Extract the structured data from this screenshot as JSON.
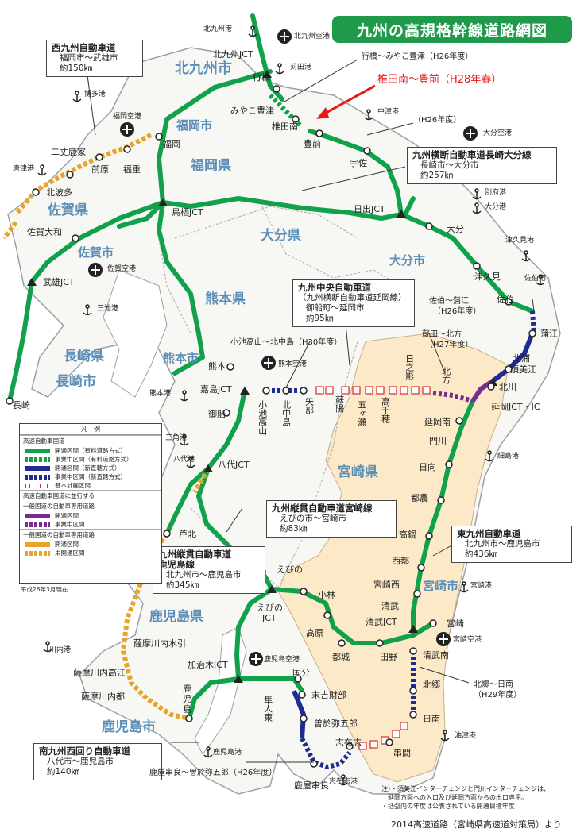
{
  "title": "九州の高規格幹線道路網図",
  "source": "2014高速道路（宮崎県高速道対策局）より",
  "notes": [
    "注）・須美江インターチェンジと門川インターチェンジは、",
    "　延岡方面への入口及び延岡方面からの出口専用。",
    "・括弧内の年度は公表されている開通目標年度"
  ],
  "routes": {
    "nishikyushu": {
      "name": "西九州自動車道",
      "section": "福岡市～武雄市",
      "length": "約150㎞"
    },
    "kyushu_odan_nagasaki_oita": {
      "name": "九州横断自動車道長崎大分線",
      "section": "長崎市～大分市",
      "length": "約257㎞"
    },
    "kyushu_chuo": {
      "name": "九州中央自動車道",
      "alt_name": "（九州横断自動車道延岡線）",
      "section": "御船町～延岡市",
      "length": "約95㎞"
    },
    "kyushu_jukan_miyazaki": {
      "name": "九州縦貫自動車道宮崎線",
      "section": "えびの市～宮崎市",
      "length": "約83㎞"
    },
    "kyushu_jukan_kagoshima": {
      "name": "九州縦貫自動車道",
      "line": "鹿児島線",
      "section": "北九州市～鹿児島市",
      "length": "約345㎞"
    },
    "higashikyushu": {
      "name": "東九州自動車道",
      "section": "北九州市～鹿児島市",
      "length": "約436㎞"
    },
    "minamikyushu_nishimawari": {
      "name": "南九州西回り自動車道",
      "section": "八代市～鹿児島市",
      "length": "約140㎞"
    }
  },
  "legend": {
    "title": "凡　例",
    "date": "平成26年3月現在",
    "sections": [
      {
        "heading": "高速自動車国道",
        "items": [
          "開通区間（有料道路方式）",
          "事業中区間（有料道路方式）",
          "開通区間（新直轄方式）",
          "事業中区間（新直轄方式）",
          "基本計画区間"
        ]
      },
      {
        "heading": "高速自動車国道に並行する",
        "heading2": "一般国道の自動車専用道路",
        "items": [
          "開通区間",
          "事業中区間"
        ]
      },
      {
        "heading": "一般国道の自動車専用道路",
        "items": [
          "開通区間",
          "未開通区間"
        ]
      }
    ]
  },
  "places": [
    {
      "text": "北九州港",
      "l": 256,
      "t": 32,
      "s": 9,
      "c": "#222"
    },
    {
      "text": "北九州空港",
      "l": 370,
      "t": 41,
      "s": 9,
      "c": "#222"
    },
    {
      "text": "北九州JCT",
      "l": 268,
      "t": 63,
      "s": 11,
      "c": "#222"
    },
    {
      "text": "苅田港",
      "l": 365,
      "t": 80,
      "s": 9,
      "c": "#222"
    },
    {
      "text": "行橋～みやこ豊津（H26年度）",
      "l": 455,
      "t": 66,
      "s": 10,
      "c": "#222"
    },
    {
      "text": "北九州市",
      "l": 220,
      "t": 77,
      "s": 18,
      "c": "#5c8fb8"
    },
    {
      "text": "椎田南～豊前（H28年春）",
      "l": 475,
      "t": 94,
      "s": 13,
      "c": "#e51b1b"
    },
    {
      "text": "行橋",
      "l": 318,
      "t": 92,
      "s": 11,
      "c": "#222"
    },
    {
      "text": "中津港",
      "l": 475,
      "t": 136,
      "s": 9,
      "c": "#222"
    },
    {
      "text": "みやこ豊津",
      "l": 290,
      "t": 134,
      "s": 11,
      "c": "#222"
    },
    {
      "text": "（H26年度）",
      "l": 520,
      "t": 146,
      "s": 10,
      "c": "#222"
    },
    {
      "text": "椎田南",
      "l": 342,
      "t": 154,
      "s": 11,
      "c": "#222"
    },
    {
      "text": "大分空港",
      "l": 608,
      "t": 163,
      "s": 9,
      "c": "#222"
    },
    {
      "text": "福岡市",
      "l": 222,
      "t": 150,
      "s": 15,
      "c": "#5c8fb8"
    },
    {
      "text": "豊前",
      "l": 382,
      "t": 176,
      "s": 11,
      "c": "#222"
    },
    {
      "text": "博多港",
      "l": 106,
      "t": 114,
      "s": 9,
      "c": "#222"
    },
    {
      "text": "福岡空港",
      "l": 142,
      "t": 142,
      "s": 9,
      "c": "#222"
    },
    {
      "text": "福岡",
      "l": 205,
      "t": 176,
      "s": 11,
      "c": "#222"
    },
    {
      "text": "二丈鹿家",
      "l": 64,
      "t": 186,
      "s": 11,
      "c": "#222"
    },
    {
      "text": "福岡県",
      "l": 240,
      "t": 200,
      "s": 17,
      "c": "#5c8fb8"
    },
    {
      "text": "宇佐",
      "l": 440,
      "t": 200,
      "s": 11,
      "c": "#222"
    },
    {
      "text": "唐津港",
      "l": 16,
      "t": 208,
      "s": 9,
      "c": "#222"
    },
    {
      "text": "前原",
      "l": 115,
      "t": 208,
      "s": 11,
      "c": "#222"
    },
    {
      "text": "福重",
      "l": 155,
      "t": 208,
      "s": 11,
      "c": "#222"
    },
    {
      "text": "別府港",
      "l": 610,
      "t": 238,
      "s": 9,
      "c": "#222"
    },
    {
      "text": "北波多",
      "l": 58,
      "t": 237,
      "s": 11,
      "c": "#222"
    },
    {
      "text": "鳥栖JCT",
      "l": 216,
      "t": 262,
      "s": 11,
      "c": "#222"
    },
    {
      "text": "佐賀県",
      "l": 60,
      "t": 256,
      "s": 17,
      "c": "#5c8fb8"
    },
    {
      "text": "大分港",
      "l": 610,
      "t": 256,
      "s": 9,
      "c": "#222"
    },
    {
      "text": "日出JCT",
      "l": 445,
      "t": 258,
      "s": 11,
      "c": "#222"
    },
    {
      "text": "大分",
      "l": 562,
      "t": 283,
      "s": 11,
      "c": "#222"
    },
    {
      "text": "佐賀大和",
      "l": 34,
      "t": 287,
      "s": 11,
      "c": "#222"
    },
    {
      "text": "大分県",
      "l": 328,
      "t": 288,
      "s": 17,
      "c": "#5c8fb8"
    },
    {
      "text": "津久見港",
      "l": 636,
      "t": 298,
      "s": 9,
      "c": "#222"
    },
    {
      "text": "佐賀市",
      "l": 98,
      "t": 310,
      "s": 15,
      "c": "#5c8fb8"
    },
    {
      "text": "大分市",
      "l": 490,
      "t": 320,
      "s": 15,
      "c": "#5c8fb8"
    },
    {
      "text": "佐賀空港",
      "l": 135,
      "t": 334,
      "s": 9,
      "c": "#222"
    },
    {
      "text": "佐伯港",
      "l": 660,
      "t": 346,
      "s": 9,
      "c": "#222"
    },
    {
      "text": "津久見",
      "l": 597,
      "t": 343,
      "s": 11,
      "c": "#222"
    },
    {
      "text": "武雄JCT",
      "l": 54,
      "t": 350,
      "s": 11,
      "c": "#222"
    },
    {
      "text": "熊本県",
      "l": 258,
      "t": 368,
      "s": 17,
      "c": "#5c8fb8"
    },
    {
      "text": "佐伯",
      "l": 625,
      "t": 372,
      "s": 11,
      "c": "#222"
    },
    {
      "text": "佐伯～蒲江",
      "l": 540,
      "t": 374,
      "s": 10,
      "c": "#222"
    },
    {
      "text": "（H26年度）",
      "l": 545,
      "t": 387,
      "s": 10,
      "c": "#222"
    },
    {
      "text": "三池港",
      "l": 122,
      "t": 384,
      "s": 9,
      "c": "#222"
    },
    {
      "text": "蔵田～北方",
      "l": 531,
      "t": 416,
      "s": 10,
      "c": "#222"
    },
    {
      "text": "（H27年度）",
      "l": 535,
      "t": 429,
      "s": 10,
      "c": "#222"
    },
    {
      "text": "蒲江",
      "l": 680,
      "t": 415,
      "s": 11,
      "c": "#222"
    },
    {
      "text": "小池高山～北中島（H30年度）",
      "l": 290,
      "t": 426,
      "s": 10,
      "c": "#222"
    },
    {
      "text": "長崎県",
      "l": 80,
      "t": 440,
      "s": 17,
      "c": "#5c8fb8"
    },
    {
      "text": "熊本市",
      "l": 205,
      "t": 443,
      "s": 15,
      "c": "#5c8fb8"
    },
    {
      "text": "熊本空港",
      "l": 350,
      "t": 454,
      "s": 9,
      "c": "#222"
    },
    {
      "text": "北浦",
      "l": 645,
      "t": 446,
      "s": 11,
      "c": "#222"
    },
    {
      "text": "長崎市",
      "l": 70,
      "t": 472,
      "s": 17,
      "c": "#5c8fb8"
    },
    {
      "text": "日之影",
      "l": 508,
      "t": 446,
      "s": 11,
      "c": "#222",
      "v": 1
    },
    {
      "text": "北方",
      "l": 554,
      "t": 462,
      "s": 11,
      "c": "#222",
      "v": 1
    },
    {
      "text": "須美江",
      "l": 642,
      "t": 460,
      "s": 11,
      "c": "#222"
    },
    {
      "text": "熊本",
      "l": 262,
      "t": 456,
      "s": 11,
      "c": "#222"
    },
    {
      "text": "北川",
      "l": 628,
      "t": 482,
      "s": 11,
      "c": "#222"
    },
    {
      "text": "嘉島JCT",
      "l": 252,
      "t": 485,
      "s": 11,
      "c": "#222"
    },
    {
      "text": "熊本港",
      "l": 188,
      "t": 491,
      "s": 9,
      "c": "#222"
    },
    {
      "text": "延岡JCT・IC",
      "l": 618,
      "t": 507,
      "s": 11,
      "c": "#222"
    },
    {
      "text": "長崎",
      "l": 16,
      "t": 505,
      "s": 11,
      "c": "#222"
    },
    {
      "text": "小池高山",
      "l": 323,
      "t": 504,
      "s": 11,
      "c": "#222",
      "v": 1
    },
    {
      "text": "北中島",
      "l": 353,
      "t": 504,
      "s": 11,
      "c": "#222",
      "v": 1
    },
    {
      "text": "矢部",
      "l": 382,
      "t": 500,
      "s": 11,
      "c": "#222",
      "v": 1
    },
    {
      "text": "蘇陽",
      "l": 420,
      "t": 498,
      "s": 11,
      "c": "#222",
      "v": 1
    },
    {
      "text": "五ヶ瀬",
      "l": 448,
      "t": 504,
      "s": 11,
      "c": "#222",
      "v": 1
    },
    {
      "text": "高千穂",
      "l": 478,
      "t": 500,
      "s": 11,
      "c": "#222",
      "v": 1
    },
    {
      "text": "御船",
      "l": 262,
      "t": 516,
      "s": 11,
      "c": "#222"
    },
    {
      "text": "延岡南",
      "l": 534,
      "t": 526,
      "s": 11,
      "c": "#222"
    },
    {
      "text": "三角港",
      "l": 208,
      "t": 547,
      "s": 9,
      "c": "#222"
    },
    {
      "text": "門川",
      "l": 540,
      "t": 550,
      "s": 11,
      "c": "#222"
    },
    {
      "text": "八代港",
      "l": 218,
      "t": 574,
      "s": 9,
      "c": "#222"
    },
    {
      "text": "細島港",
      "l": 626,
      "t": 570,
      "s": 9,
      "c": "#222"
    },
    {
      "text": "八代JCT",
      "l": 274,
      "t": 580,
      "s": 11,
      "c": "#222"
    },
    {
      "text": "日向",
      "l": 527,
      "t": 583,
      "s": 11,
      "c": "#222"
    },
    {
      "text": "宮崎県",
      "l": 425,
      "t": 586,
      "s": 17,
      "c": "#5c8fb8"
    },
    {
      "text": "都農",
      "l": 517,
      "t": 622,
      "s": 11,
      "c": "#222"
    },
    {
      "text": "芦北",
      "l": 225,
      "t": 667,
      "s": 11,
      "c": "#222"
    },
    {
      "text": "高鍋",
      "l": 502,
      "t": 668,
      "s": 11,
      "c": "#222"
    },
    {
      "text": "西都",
      "l": 493,
      "t": 701,
      "s": 11,
      "c": "#222"
    },
    {
      "text": "えびの",
      "l": 348,
      "t": 712,
      "s": 11,
      "c": "#222"
    },
    {
      "text": "宮崎西",
      "l": 470,
      "t": 731,
      "s": 11,
      "c": "#222"
    },
    {
      "text": "小林",
      "l": 400,
      "t": 744,
      "s": 11,
      "c": "#222"
    },
    {
      "text": "宮崎港",
      "l": 592,
      "t": 733,
      "s": 9,
      "c": "#222"
    },
    {
      "text": "宮崎市",
      "l": 532,
      "t": 730,
      "s": 15,
      "c": "#5c8fb8"
    },
    {
      "text": "鹿児島県",
      "l": 188,
      "t": 768,
      "s": 17,
      "c": "#5c8fb8"
    },
    {
      "text": "えびの",
      "l": 323,
      "t": 760,
      "s": 11,
      "c": "#222"
    },
    {
      "text": "JCT",
      "l": 330,
      "t": 773,
      "s": 11,
      "c": "#222"
    },
    {
      "text": "清武",
      "l": 480,
      "t": 758,
      "s": 11,
      "c": "#222"
    },
    {
      "text": "宮崎",
      "l": 562,
      "t": 780,
      "s": 11,
      "c": "#222"
    },
    {
      "text": "清武JCT",
      "l": 460,
      "t": 778,
      "s": 11,
      "c": "#222"
    },
    {
      "text": "高原",
      "l": 385,
      "t": 792,
      "s": 11,
      "c": "#222"
    },
    {
      "text": "宮崎空港",
      "l": 570,
      "t": 801,
      "s": 9,
      "c": "#222"
    },
    {
      "text": "薩摩川内水引",
      "l": 168,
      "t": 805,
      "s": 11,
      "c": "#222"
    },
    {
      "text": "川内港",
      "l": 62,
      "t": 814,
      "s": 9,
      "c": "#222"
    },
    {
      "text": "田野",
      "l": 478,
      "t": 822,
      "s": 11,
      "c": "#222"
    },
    {
      "text": "都城",
      "l": 418,
      "t": 822,
      "s": 11,
      "c": "#222"
    },
    {
      "text": "清武南",
      "l": 532,
      "t": 820,
      "s": 11,
      "c": "#222"
    },
    {
      "text": "加治木JCT",
      "l": 236,
      "t": 832,
      "s": 11,
      "c": "#222"
    },
    {
      "text": "鹿児島空港",
      "l": 332,
      "t": 826,
      "s": 9,
      "c": "#222"
    },
    {
      "text": "薩摩川内高江",
      "l": 92,
      "t": 842,
      "s": 11,
      "c": "#222"
    },
    {
      "text": "国分",
      "l": 368,
      "t": 842,
      "s": 11,
      "c": "#222"
    },
    {
      "text": "北郷",
      "l": 532,
      "t": 857,
      "s": 11,
      "c": "#222"
    },
    {
      "text": "北郷～日南",
      "l": 596,
      "t": 857,
      "s": 10,
      "c": "#222"
    },
    {
      "text": "（H29年度）",
      "l": 596,
      "t": 870,
      "s": 10,
      "c": "#222"
    },
    {
      "text": "鹿",
      "l": 230,
      "t": 862,
      "s": 11,
      "c": "#222"
    },
    {
      "text": "児",
      "l": 230,
      "t": 875,
      "s": 11,
      "c": "#222"
    },
    {
      "text": "島",
      "l": 230,
      "t": 888,
      "s": 11,
      "c": "#222"
    },
    {
      "text": "末吉財部",
      "l": 392,
      "t": 870,
      "s": 11,
      "c": "#222"
    },
    {
      "text": "薩摩川内都",
      "l": 102,
      "t": 872,
      "s": 11,
      "c": "#222"
    },
    {
      "text": "隼人東",
      "l": 330,
      "t": 876,
      "s": 11,
      "c": "#222",
      "v": 1
    },
    {
      "text": "鹿児島市",
      "l": 128,
      "t": 907,
      "s": 17,
      "c": "#5c8fb8"
    },
    {
      "text": "日南",
      "l": 532,
      "t": 900,
      "s": 11,
      "c": "#222"
    },
    {
      "text": "曽於弥五郎",
      "l": 395,
      "t": 906,
      "s": 11,
      "c": "#222"
    },
    {
      "text": "油津港",
      "l": 572,
      "t": 922,
      "s": 9,
      "c": "#222"
    },
    {
      "text": "志布志",
      "l": 422,
      "t": 930,
      "s": 11,
      "c": "#222"
    },
    {
      "text": "串間",
      "l": 495,
      "t": 943,
      "s": 11,
      "c": "#222"
    },
    {
      "text": "鹿児島港",
      "l": 268,
      "t": 943,
      "s": 9,
      "c": "#222"
    },
    {
      "text": "鹿屋串良～曽於弥五郎（H26年度）",
      "l": 188,
      "t": 968,
      "s": 10,
      "c": "#222"
    },
    {
      "text": "志布志港",
      "l": 414,
      "t": 980,
      "s": 9,
      "c": "#222"
    },
    {
      "text": "鹿屋串良",
      "l": 370,
      "t": 984,
      "s": 11,
      "c": "#222"
    }
  ]
}
